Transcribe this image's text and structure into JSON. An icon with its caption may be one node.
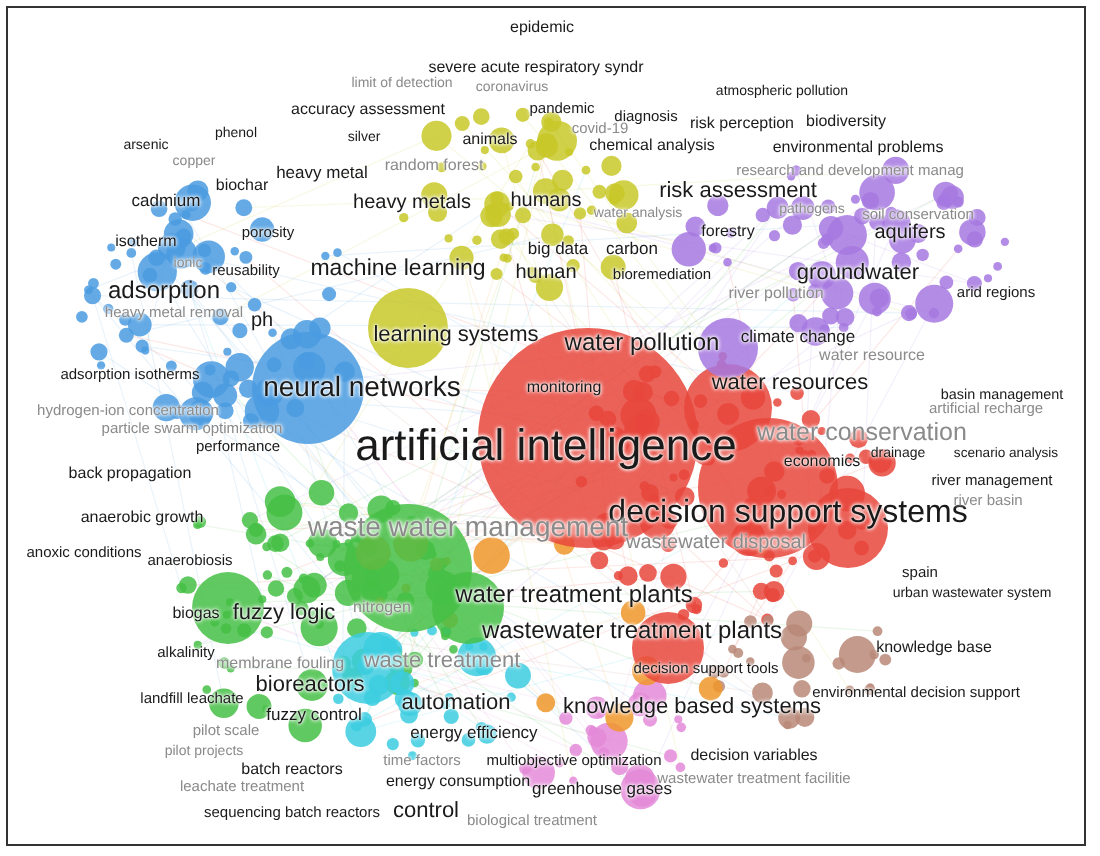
{
  "diagram": {
    "labels": [
      "epidemic",
      "severe acute respiratory syndr",
      "limit of detection",
      "coronavirus",
      "atmospheric pollution",
      "accuracy assessment",
      "pandemic",
      "covid-19",
      "diagnosis",
      "risk perception",
      "biodiversity",
      "arsenic",
      "phenol",
      "silver",
      "animals",
      "chemical analysis",
      "environmental problems",
      "copper",
      "heavy metal",
      "random forest",
      "research and development manag",
      "cadmium",
      "biochar",
      "heavy metals",
      "humans",
      "water analysis",
      "risk assessment",
      "pathogens",
      "soil conservation",
      "isotherm",
      "porosity",
      "big data",
      "carbon",
      "forestry",
      "aquifers",
      "adsorption",
      "ionic",
      "reusability",
      "machine learning",
      "human",
      "bioremediation",
      "groundwater",
      "river pollution",
      "arid regions",
      "heavy metal removal",
      "ph",
      "learning systems",
      "water pollution",
      "climate change",
      "water resource",
      "adsorption isotherms",
      "neural networks",
      "monitoring",
      "water resources",
      "basin management",
      "hydrogen-ion concentration",
      "artificial recharge",
      "particle swarm optimization",
      "performance",
      "artificial intelligence",
      "economics",
      "water conservation",
      "drainage",
      "scenario analysis",
      "back propagation",
      "river management",
      "decision support systems",
      "river basin",
      "anaerobic growth",
      "waste water management",
      "anoxic conditions",
      "anaerobiosis",
      "wastewater disposal",
      "spain",
      "water treatment plants",
      "urban wastewater system",
      "biogas",
      "fuzzy logic",
      "nitrogen",
      "wastewater treatment plants",
      "alkalinity",
      "membrane fouling",
      "waste treatment",
      "decision support tools",
      "knowledge base",
      "landfill leachate",
      "bioreactors",
      "automation",
      "knowledge based systems",
      "environmental decision support",
      "fuzzy control",
      "pilot scale",
      "energy efficiency",
      "pilot projects",
      "batch reactors",
      "time factors",
      "multiobjective optimization",
      "decision variables",
      "leachate treatment",
      "energy consumption",
      "greenhouse gases",
      "wastewater treatment facilitie",
      "sequencing batch reactors",
      "control",
      "biological treatment"
    ]
  }
}
